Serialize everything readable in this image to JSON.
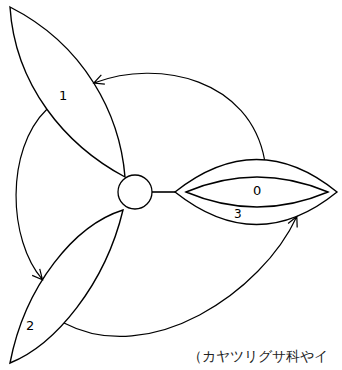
{
  "diagram": {
    "nodes": [
      {
        "text": [
          "1"
        ]
      },
      {
        "text": [
          "0",
          "3"
        ]
      },
      {
        "text": [
          "2"
        ]
      }
    ],
    "edges": [
      {
        "from": 0,
        "to": 2,
        "arrow": "to"
      },
      {
        "from": 2,
        "to": 1,
        "arrow": "to"
      },
      {
        "from": 1,
        "to": 0,
        "arrow": "to"
      }
    ],
    "labels": [
      "（カヤツリグサ科やイ"
    ]
  }
}
